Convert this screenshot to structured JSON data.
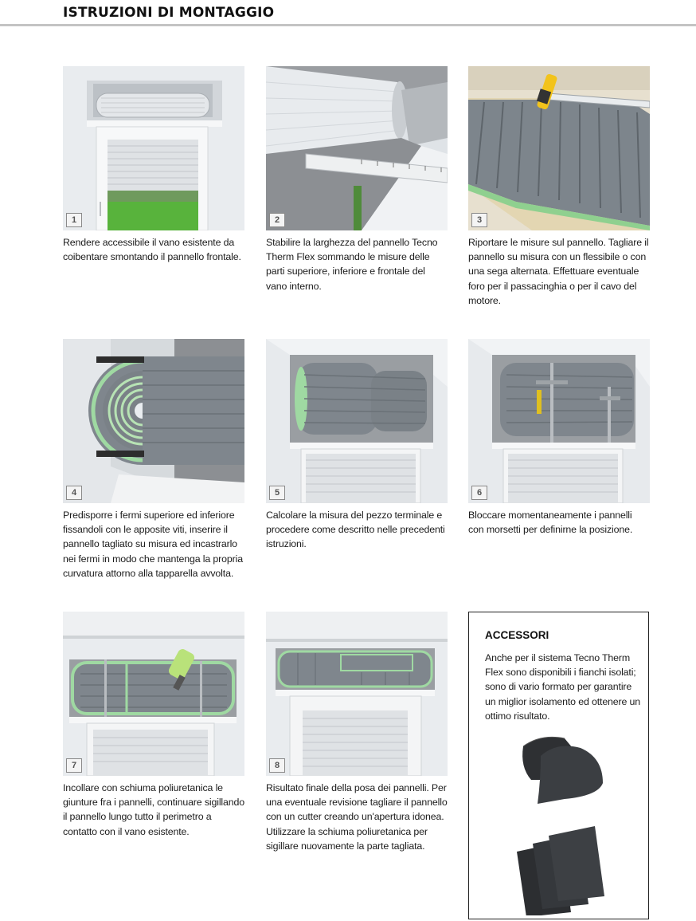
{
  "header": {
    "title": "ISTRUZIONI DI MONTAGGIO"
  },
  "steps": [
    {
      "number": "1",
      "caption": "Rendere accessibile il vano esistente da coibentare smontando il pannello frontale."
    },
    {
      "number": "2",
      "caption": "Stabilire la larghezza del pannello Tecno Therm Flex sommando le misure delle parti superiore, inferiore e frontale del vano interno."
    },
    {
      "number": "3",
      "caption": "Riportare le misure sul pannello. Tagliare il pannello su misura con un flessibile o con una sega alternata. Effettuare eventuale foro per il passacinghia o per il cavo del motore."
    },
    {
      "number": "4",
      "caption": "Predisporre i fermi superiore ed inferiore fissandoli con le apposite viti, inserire il pannello tagliato su misura ed incastrarlo nei fermi in modo che mantenga la propria curvatura attorno alla tapparella avvolta."
    },
    {
      "number": "5",
      "caption": "Calcolare la misura del pezzo terminale e procedere come descritto nelle precedenti istruzioni."
    },
    {
      "number": "6",
      "caption": "Bloccare momentaneamente i pannelli con morsetti per definirne la posizione."
    },
    {
      "number": "7",
      "caption": "Incollare con schiuma poliuretanica le giunture fra i pannelli, continuare sigillando il pannello lungo tutto il perimetro a contatto con il vano esistente."
    },
    {
      "number": "8",
      "caption": "Risultato finale della posa dei pannelli. Per una eventuale revisione tagliare il pannello con un cutter creando un'apertura idonea. Utilizzare la schiuma poliuretanica per sigillare nuovamente la parte tagliata."
    }
  ],
  "accessori": {
    "title": "ACCESSORI",
    "text": "Anche per il sistema Tecno Therm Flex sono disponibili i fianchi isolati; sono di vario formato per garantire un miglior isolamento ed ottenere un ottimo risultato."
  },
  "colors": {
    "panel_grey": "#7f868d",
    "foam_green": "#9fd9a2",
    "wall": "#e6e9ec",
    "insulation": "#8c8f93"
  }
}
